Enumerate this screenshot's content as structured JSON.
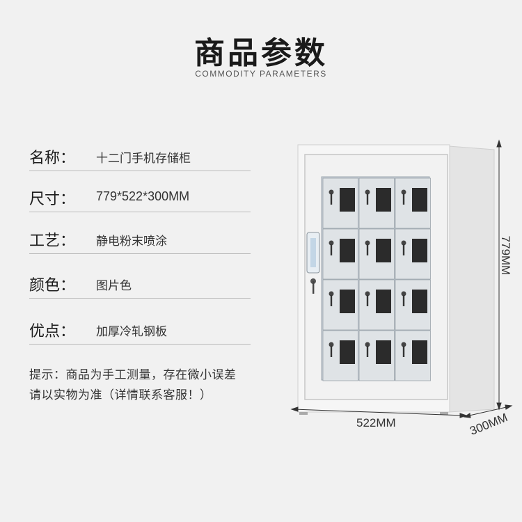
{
  "header": {
    "title": "商品参数",
    "subtitle": "COMMODITY PARAMETERS"
  },
  "params": [
    {
      "label": "名称：",
      "value": "十二门手机存储柜"
    },
    {
      "label": "尺寸：",
      "value": "779*522*300MM"
    },
    {
      "label": "工艺：",
      "value": "静电粉末喷涂"
    },
    {
      "label": "颜色：",
      "value": "图片色"
    },
    {
      "label": "优点：",
      "value": "加厚冷轧钢板"
    }
  ],
  "note": {
    "line1": "提示：商品为手工测量，存在微小误差",
    "line2": "请以实物为准（详情联系客服！）"
  },
  "product": {
    "dimensions": {
      "height": "779MM",
      "width": "522MM",
      "depth": "300MM"
    },
    "compartments": {
      "rows": 4,
      "cols": 3
    },
    "colors": {
      "cabinet": "#f3f3f3",
      "glass": "#cfd6dc",
      "window": "#2b2b2b"
    }
  }
}
